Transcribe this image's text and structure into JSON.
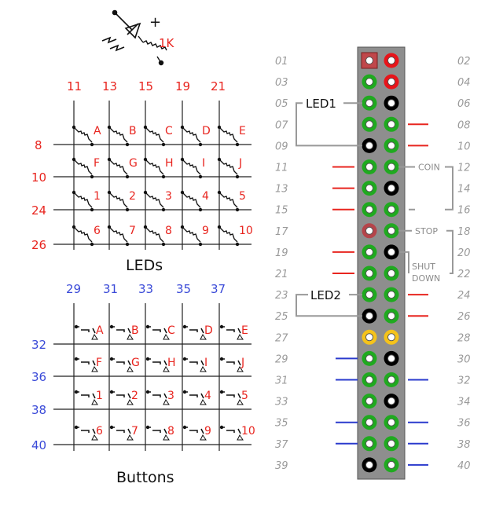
{
  "resistor": {
    "plus": "+",
    "value": "1K"
  },
  "leds": {
    "title": "LEDs",
    "columns": [
      "11",
      "13",
      "15",
      "19",
      "21"
    ],
    "rows": [
      "8",
      "10",
      "24",
      "26"
    ],
    "cells": [
      [
        "A",
        "B",
        "C",
        "D",
        "E"
      ],
      [
        "F",
        "G",
        "H",
        "I",
        "J"
      ],
      [
        "1",
        "2",
        "3",
        "4",
        "5"
      ],
      [
        "6",
        "7",
        "8",
        "9",
        "10"
      ]
    ]
  },
  "buttons": {
    "title": "Buttons",
    "columns": [
      "29",
      "31",
      "33",
      "35",
      "37"
    ],
    "rows": [
      "32",
      "36",
      "38",
      "40"
    ],
    "cells": [
      [
        "A",
        "B",
        "C",
        "D",
        "E"
      ],
      [
        "F",
        "G",
        "H",
        "I",
        "J"
      ],
      [
        "1",
        "2",
        "3",
        "4",
        "5"
      ],
      [
        "6",
        "7",
        "8",
        "9",
        "10"
      ]
    ]
  },
  "header": {
    "left_pins": [
      "01",
      "03",
      "05",
      "07",
      "09",
      "11",
      "13",
      "15",
      "17",
      "19",
      "21",
      "23",
      "25",
      "27",
      "29",
      "31",
      "33",
      "35",
      "37",
      "39"
    ],
    "right_pins": [
      "02",
      "04",
      "06",
      "08",
      "10",
      "12",
      "14",
      "16",
      "18",
      "20",
      "22",
      "24",
      "26",
      "28",
      "30",
      "32",
      "34",
      "36",
      "38",
      "40"
    ],
    "left_colors": [
      "square-red",
      "green",
      "green",
      "green",
      "black",
      "green",
      "green",
      "green",
      "red-ring",
      "green",
      "green",
      "green",
      "black",
      "yellow",
      "green",
      "green",
      "green",
      "green",
      "green",
      "black"
    ],
    "right_colors": [
      "red",
      "red",
      "black",
      "green",
      "green",
      "green",
      "black",
      "green",
      "green",
      "black",
      "green",
      "green",
      "green",
      "yellow",
      "black",
      "green",
      "black",
      "green",
      "green",
      "green"
    ],
    "labels": {
      "led1": "LED1",
      "led2": "LED2",
      "coin": "COIN",
      "stop": "STOP",
      "shut": "SHUT",
      "down": "DOWN"
    },
    "colors": {
      "green": "#1faa1f",
      "red": "#e8141a",
      "black": "#000000",
      "yellow": "#f5c31a",
      "board": "#8e8e8e",
      "led_wire": "#e8251f",
      "button_wire": "#2a3acd"
    }
  }
}
